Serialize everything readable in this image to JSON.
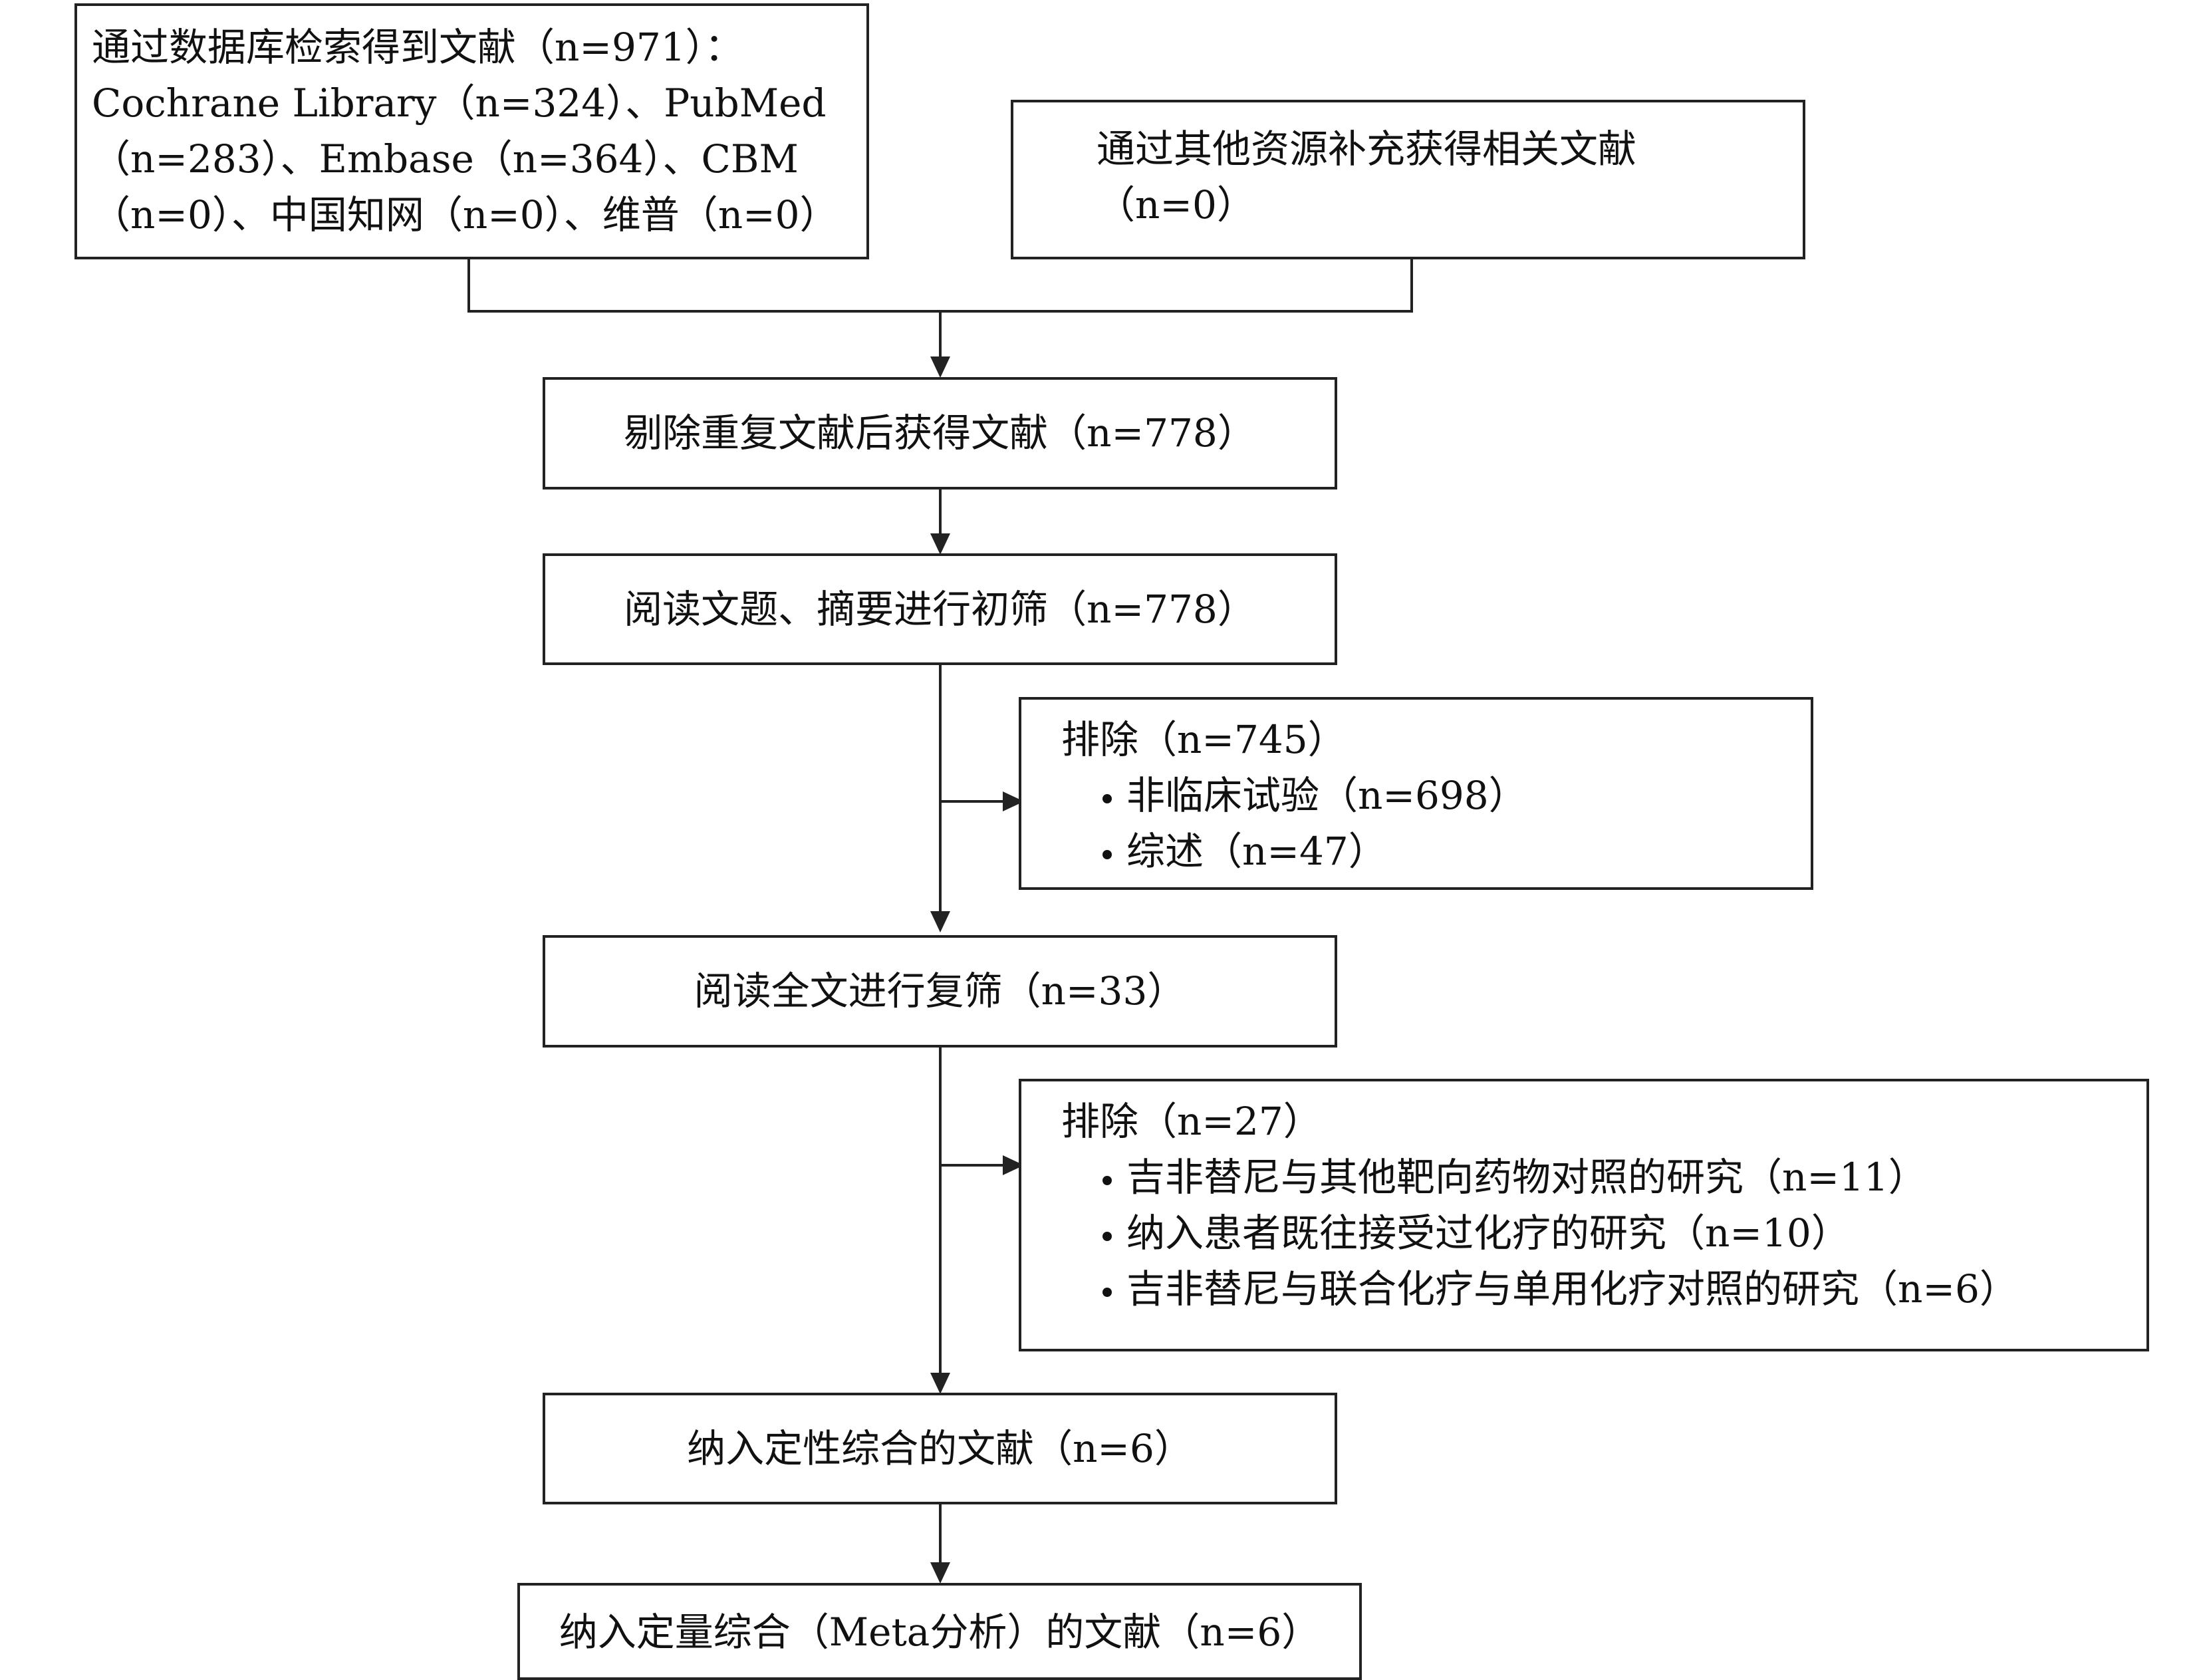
{
  "boxes": {
    "database_search": {
      "lines": [
        "通过数据库检索得到文献（n=971）：",
        "Cochrane Library（n=324）、PubMed",
        "（n=283）、Embase（n=364）、CBM",
        "（n=0）、中国知网（n=0）、维普（n=0）"
      ]
    },
    "other_sources": {
      "lines": [
        "通过其他资源补充获得相关文献",
        "（n=0）"
      ]
    },
    "dedup": {
      "text": "剔除重复文献后获得文献（n=778）"
    },
    "screening": {
      "text": "阅读文题、摘要进行初筛（n=778）"
    },
    "exclude1": {
      "title": "排除（n=745）",
      "items": [
        "非临床试验（n=698）",
        "综述（n=47）"
      ]
    },
    "fulltext": {
      "text": "阅读全文进行复筛（n=33）"
    },
    "exclude2": {
      "title": "排除（n=27）",
      "items": [
        "吉非替尼与其他靶向药物对照的研究（n=11）",
        "纳入患者既往接受过化疗的研究（n=10）",
        "吉非替尼与联合化疗与单用化疗对照的研究（n=6）"
      ]
    },
    "qualitative": {
      "text": "纳入定性综合的文献（n=6）"
    },
    "quantitative": {
      "text": "纳入定量综合（Meta分析）的文献（n=6）"
    }
  }
}
